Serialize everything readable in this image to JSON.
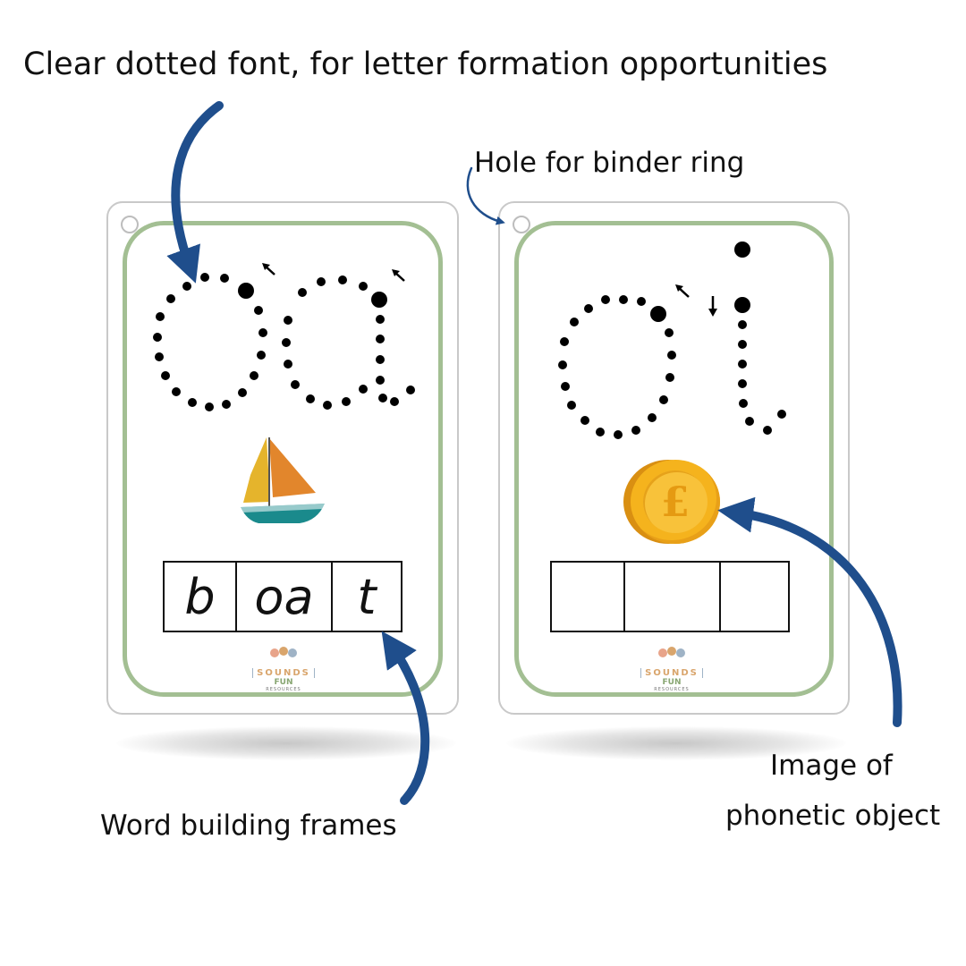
{
  "annotations": {
    "top": "Clear dotted font, for letter formation opportunities",
    "hole": "Hole for binder ring",
    "frames": "Word building frames",
    "image_line1": "Image of",
    "image_line2": "phonetic object"
  },
  "card_left": {
    "grapheme_icon": "dotted-oa-letters",
    "picture_icon": "sailboat-icon",
    "frames": [
      "b",
      "oa",
      "t"
    ],
    "logo": {
      "word": "SOUNDS",
      "sub": "FUN",
      "tag": "RESOURCES"
    }
  },
  "card_right": {
    "grapheme_icon": "dotted-oi-letters",
    "picture_icon": "pound-coin-icon",
    "coin_symbol": "£",
    "frames": [
      "",
      "",
      ""
    ],
    "logo": {
      "word": "SOUNDS",
      "sub": "FUN",
      "tag": "RESOURCES"
    }
  },
  "colors": {
    "card_border": "#a3bf93",
    "arrow": "#1f4e8c",
    "coin": "#f5b31d"
  }
}
